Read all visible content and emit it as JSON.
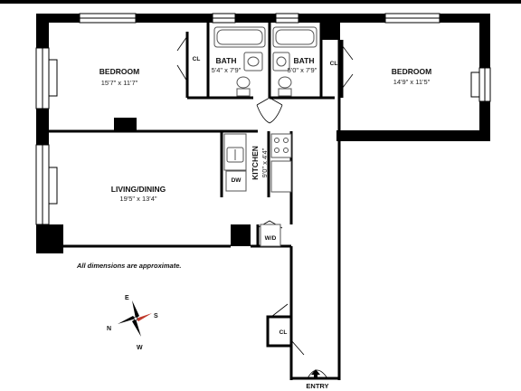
{
  "rooms": {
    "bedroom_left": {
      "name": "BEDROOM",
      "dims": "15'7\" x 11'7\""
    },
    "bath_left": {
      "name": "BATH",
      "dims": "5'4\" x 7'9\""
    },
    "bath_right": {
      "name": "BATH",
      "dims": "5'0\" x 7'9\""
    },
    "bedroom_right": {
      "name": "BEDROOM",
      "dims": "14'9\" x 11'5\""
    },
    "kitchen": {
      "name": "KITCHEN",
      "dims": "9'0\" x 4'4\""
    },
    "living": {
      "name": "LIVING/DINING",
      "dims": "19'5\" x 13'4\""
    }
  },
  "labels": {
    "closet_left": "CL",
    "closet_right": "CL",
    "closet_entry": "CL",
    "dishwasher": "DW",
    "washer_dryer": "W/D",
    "entry": "ENTRY"
  },
  "note": "All dimensions are approximate.",
  "compass": {
    "north": "N",
    "south": "S",
    "east": "E",
    "west": "W"
  },
  "colors": {
    "wall": "#000000",
    "fixture": "#555555",
    "compass_accent": "#c0392b"
  }
}
